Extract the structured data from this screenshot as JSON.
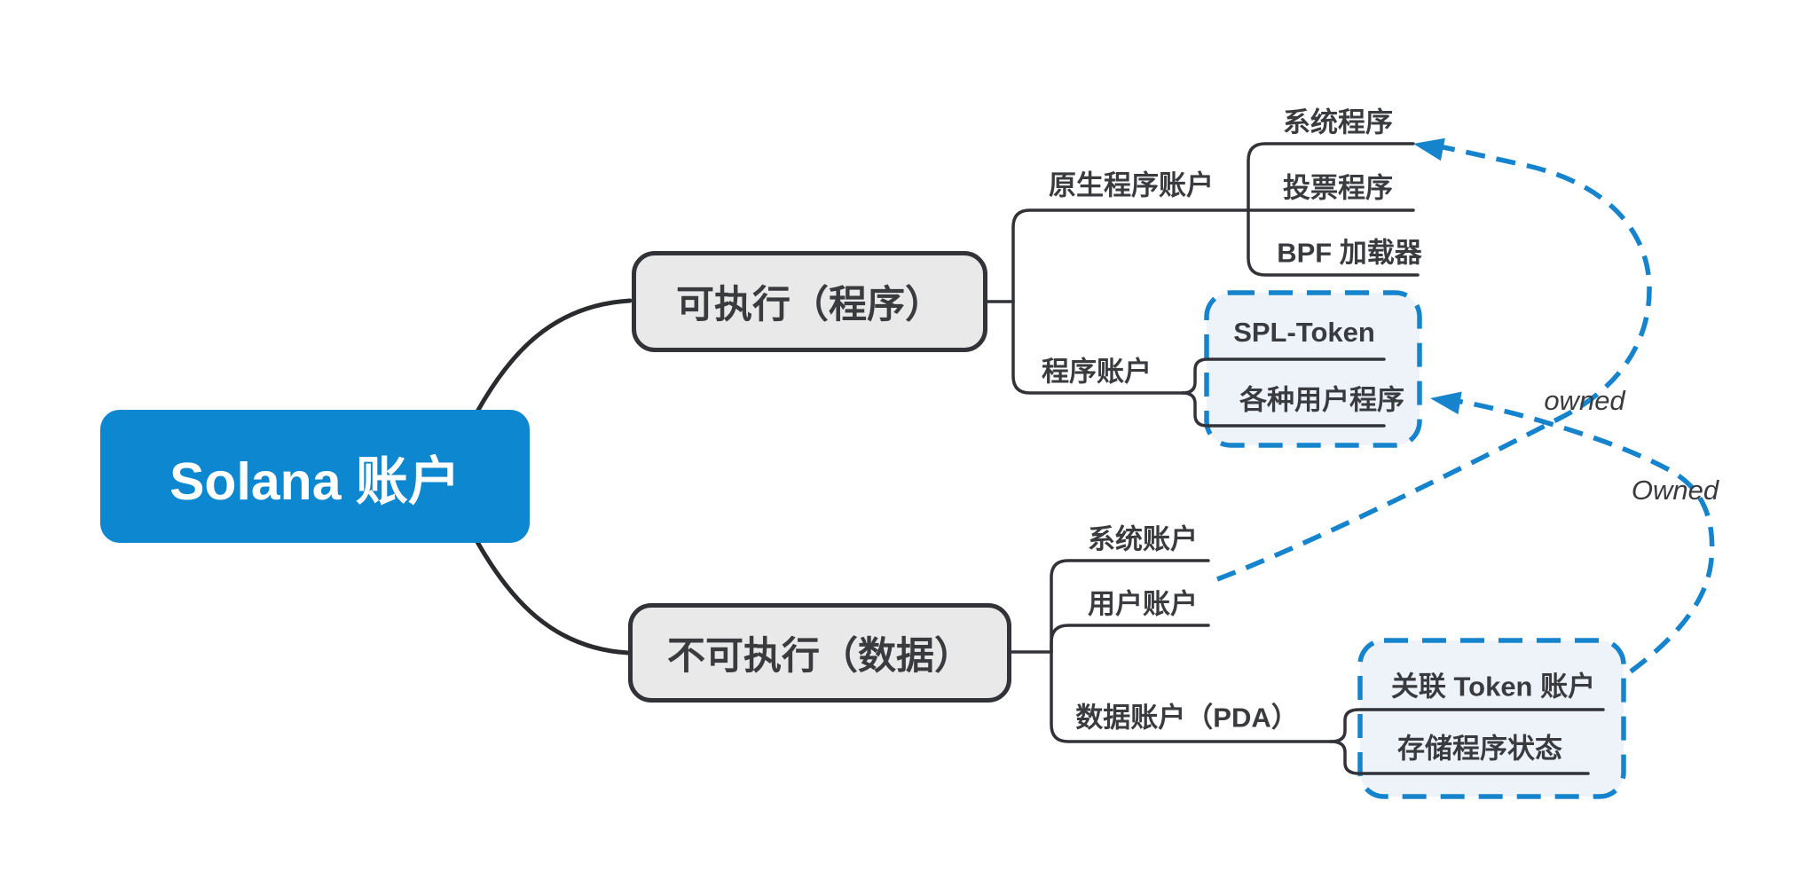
{
  "root": {
    "label": "Solana 账户"
  },
  "branches": [
    {
      "label": "可执行（程序）",
      "children": [
        {
          "label": "原生程序账户",
          "children": [
            {
              "label": "系统程序"
            },
            {
              "label": "投票程序"
            },
            {
              "label": "BPF 加载器"
            }
          ]
        },
        {
          "label": "程序账户",
          "grouped": true,
          "children": [
            {
              "label": "SPL-Token"
            },
            {
              "label": "各种用户程序"
            }
          ]
        }
      ]
    },
    {
      "label": "不可执行（数据）",
      "children": [
        {
          "label": "系统账户"
        },
        {
          "label": "用户账户"
        },
        {
          "label": "数据账户（PDA）",
          "grouped": true,
          "children": [
            {
              "label": "关联 Token 账户"
            },
            {
              "label": "存储程序状态"
            }
          ]
        }
      ]
    }
  ],
  "relations": [
    {
      "label": "owned",
      "from": "用户账户",
      "to": "系统程序"
    },
    {
      "label": "Owned",
      "from": "数据账户（PDA）",
      "to": "程序账户"
    }
  ],
  "colors": {
    "root_fill": "#0d87d0",
    "branch_fill": "#e9e9ea",
    "outline_dark": "#323338",
    "relation_blue": "#1584cd",
    "group_fill": "#eef3f9",
    "text_dark": "#3a3b3f"
  }
}
